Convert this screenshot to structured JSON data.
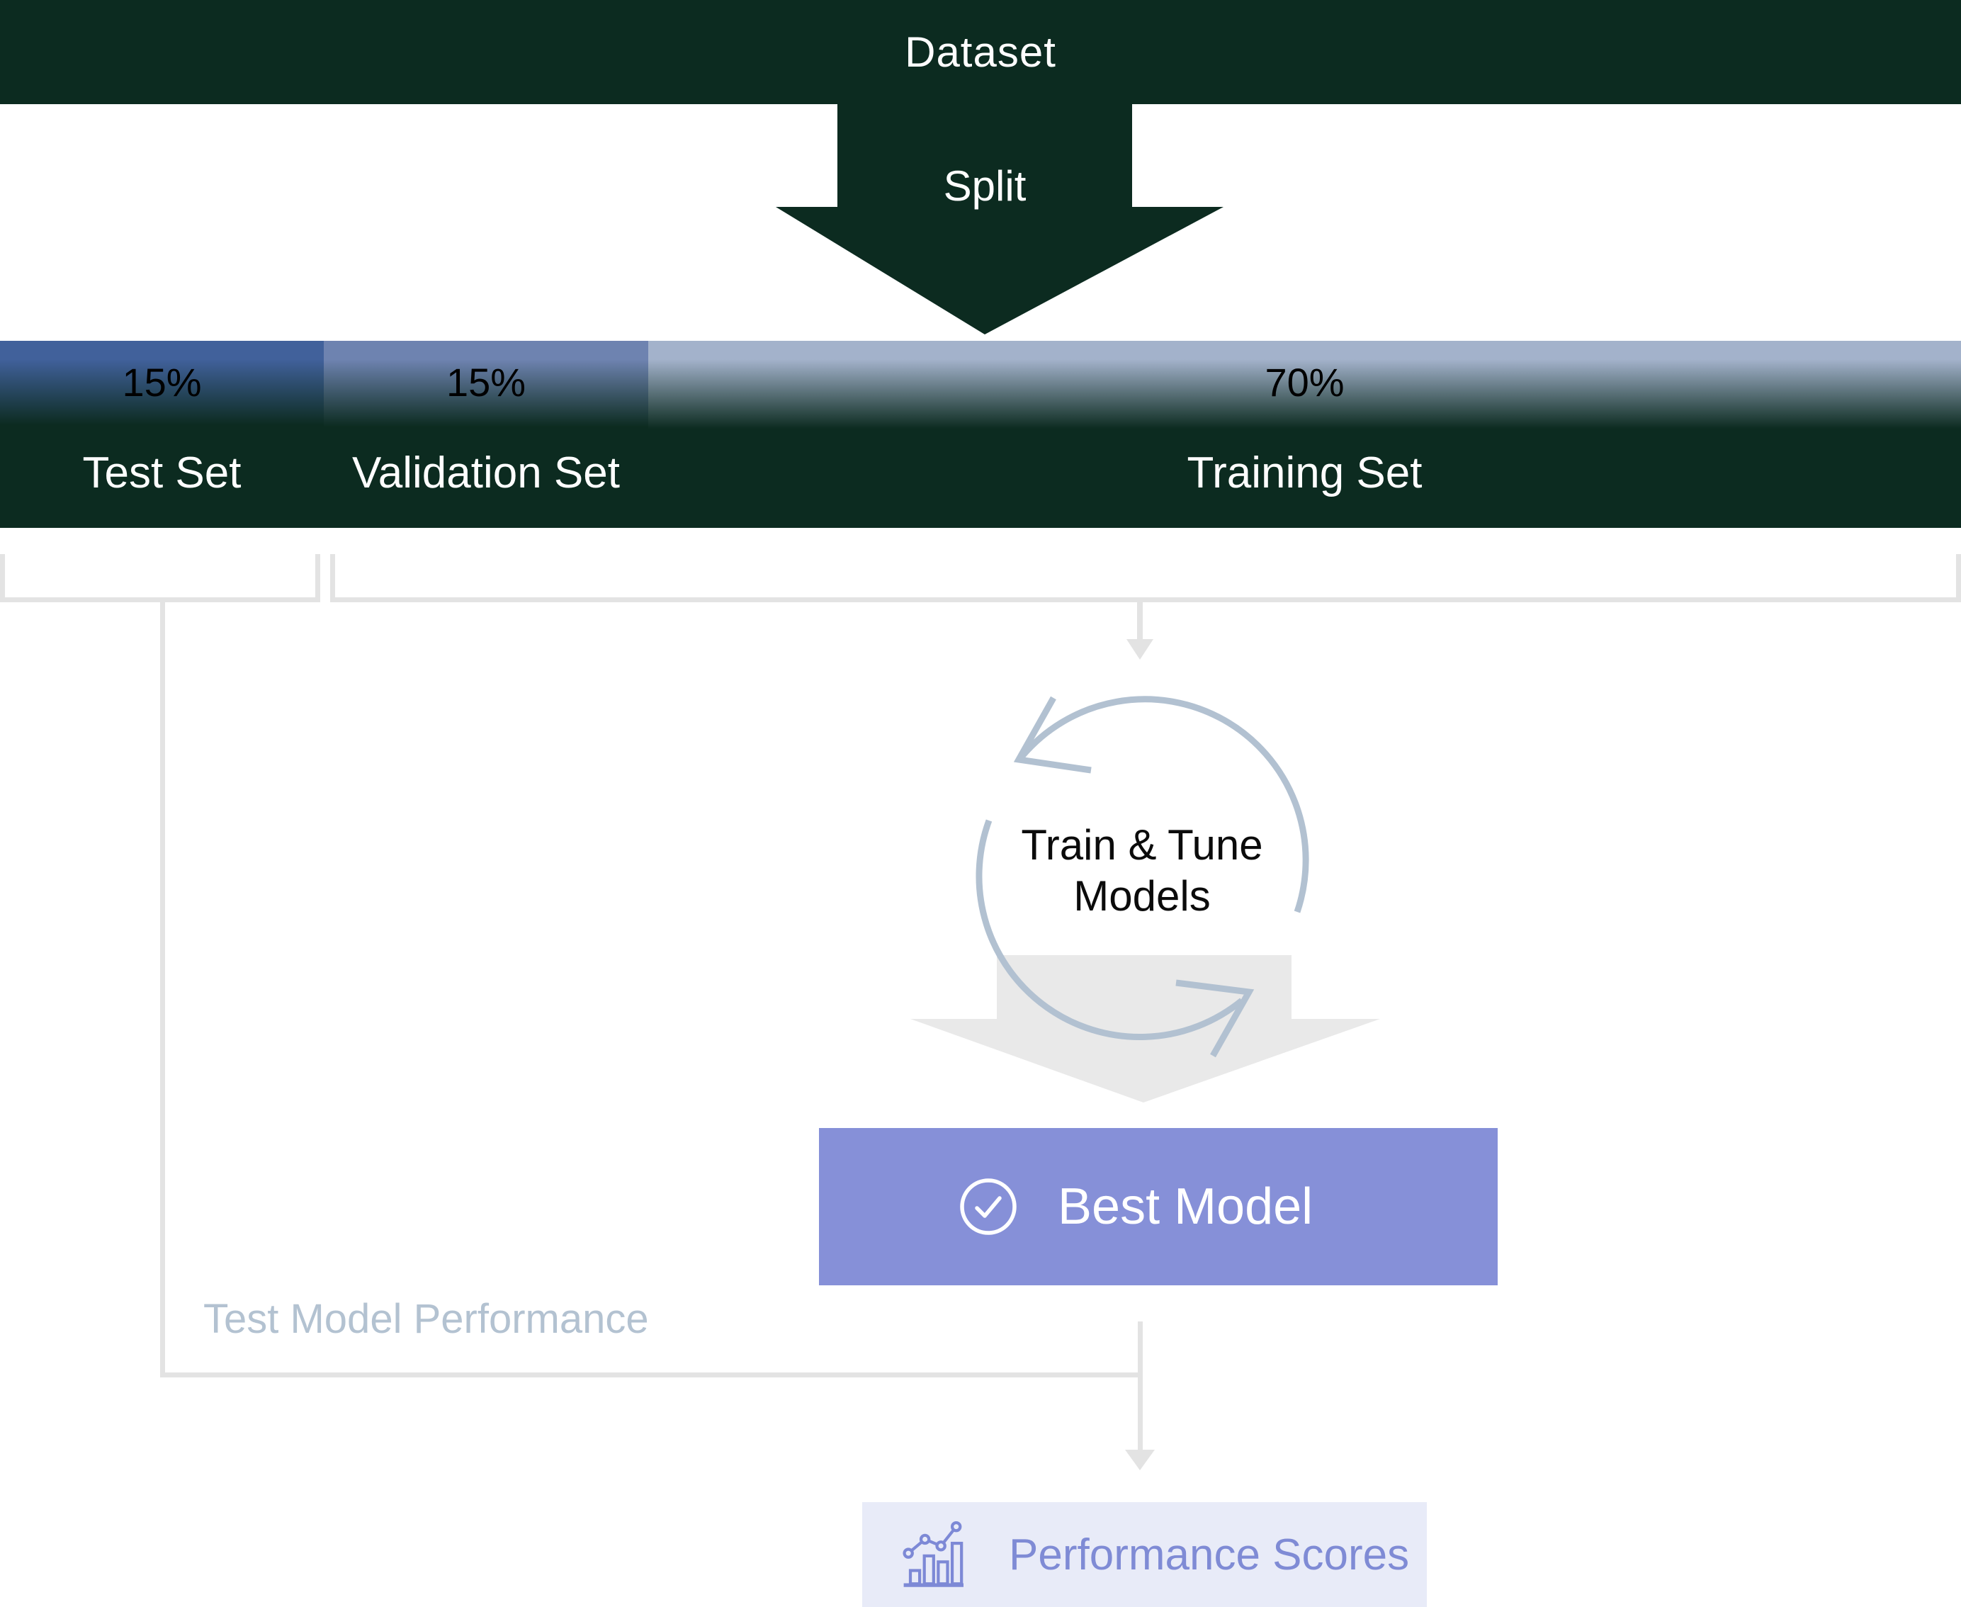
{
  "dataset_bar": {
    "label": "Dataset",
    "color": "#0c2b20",
    "text_color": "#ffffff"
  },
  "split_arrow": {
    "label": "Split",
    "color": "#0c2b20",
    "text_color": "#ffffff"
  },
  "split_bar": {
    "percent_text_color": "#000000",
    "label_text_color": "#ffffff",
    "bottom_color": "#0c2b20",
    "segments": [
      {
        "id": "test",
        "percent": "15%",
        "label": "Test Set",
        "top_color": "#41619b"
      },
      {
        "id": "validation",
        "percent": "15%",
        "label": "Validation Set",
        "top_color": "#6e83b0"
      },
      {
        "id": "training",
        "percent": "70%",
        "label": "Training Set",
        "top_color": "#a3b2cb"
      }
    ]
  },
  "cycle": {
    "label_line1": "Train & Tune",
    "label_line2": "Models",
    "icon": "cycle-arrows-icon",
    "arrow_color": "#b2c1d1",
    "text_color": "#0b0b0b"
  },
  "flow": {
    "connector_color": "#e3e3e3",
    "big_arrow_color": "#e9e9e9"
  },
  "best_model": {
    "label": "Best Model",
    "icon": "check-circle-icon",
    "bg_color": "#8690d8",
    "text_color": "#ffffff"
  },
  "test_model_performance": {
    "label": "Test Model Performance",
    "text_color": "#b3c2d1"
  },
  "performance_scores": {
    "label": "Performance Scores",
    "icon": "combo-chart-icon",
    "bg_color": "#e8ebf8",
    "text_color": "#7f8bd5"
  }
}
